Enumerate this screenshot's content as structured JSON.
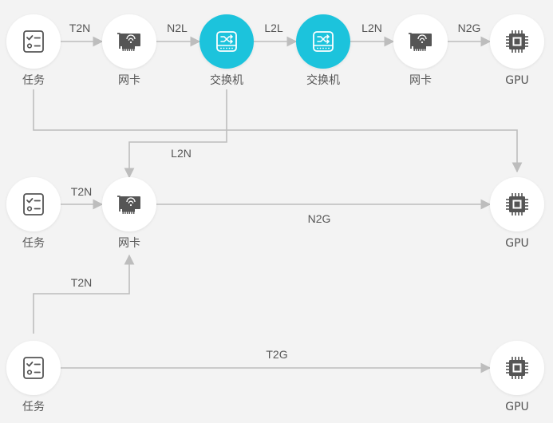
{
  "colors": {
    "background": "#f3f3f3",
    "node_fill": "#ffffff",
    "switch_fill": "#1cc3dc",
    "icon_stroke": "#555555",
    "edge": "#bdbdbd",
    "text": "#555555"
  },
  "nodes": [
    {
      "id": "task1",
      "icon": "task-list-icon",
      "label": "任务"
    },
    {
      "id": "nic1",
      "icon": "network-card-icon",
      "label": "网卡"
    },
    {
      "id": "sw1",
      "icon": "switch-icon",
      "label": "交换机"
    },
    {
      "id": "sw2",
      "icon": "switch-icon",
      "label": "交换机"
    },
    {
      "id": "nic2",
      "icon": "network-card-icon",
      "label": "网卡"
    },
    {
      "id": "gpu1",
      "icon": "gpu-chip-icon",
      "label": "GPU"
    },
    {
      "id": "task2",
      "icon": "task-list-icon",
      "label": "任务"
    },
    {
      "id": "nic3",
      "icon": "network-card-icon",
      "label": "网卡"
    },
    {
      "id": "gpu2",
      "icon": "gpu-chip-icon",
      "label": "GPU"
    },
    {
      "id": "task3",
      "icon": "task-list-icon",
      "label": "任务"
    },
    {
      "id": "gpu3",
      "icon": "gpu-chip-icon",
      "label": "GPU"
    }
  ],
  "edges": [
    {
      "id": "e1",
      "from": "task1",
      "to": "nic1",
      "label": "T2N"
    },
    {
      "id": "e2",
      "from": "nic1",
      "to": "sw1",
      "label": "N2L"
    },
    {
      "id": "e3",
      "from": "sw1",
      "to": "sw2",
      "label": "L2L"
    },
    {
      "id": "e4",
      "from": "sw2",
      "to": "nic2",
      "label": "L2N"
    },
    {
      "id": "e5",
      "from": "nic2",
      "to": "gpu1",
      "label": "N2G"
    },
    {
      "id": "e6",
      "from": "task1",
      "to": "gpu2",
      "label": ""
    },
    {
      "id": "e7",
      "from": "sw1",
      "to": "nic3",
      "label": "L2N"
    },
    {
      "id": "e8",
      "from": "task2",
      "to": "nic3",
      "label": "T2N"
    },
    {
      "id": "e9",
      "from": "nic3",
      "to": "gpu2",
      "label": "N2G"
    },
    {
      "id": "e10",
      "from": "task3",
      "to": "nic3",
      "label": "T2N"
    },
    {
      "id": "e11",
      "from": "task3",
      "to": "gpu3",
      "label": "T2G"
    }
  ]
}
